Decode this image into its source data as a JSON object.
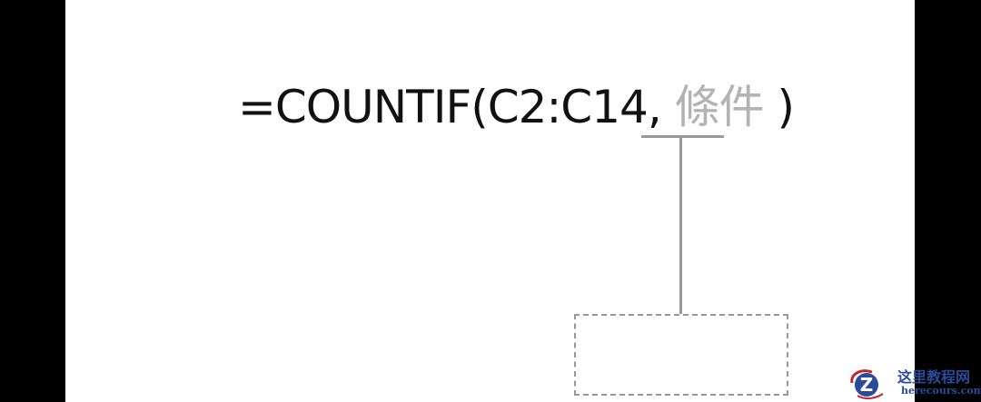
{
  "formula": {
    "prefix": "=COUNTIF(C2:C14, ",
    "argument": "條件",
    "suffix": " )"
  },
  "watermark": {
    "title": "这里教程网",
    "url": "herecours.com"
  },
  "colors": {
    "formula": "#111111",
    "argument": "#b3b3b3",
    "connector": "#999999",
    "watermark": "#2a4a9a"
  }
}
